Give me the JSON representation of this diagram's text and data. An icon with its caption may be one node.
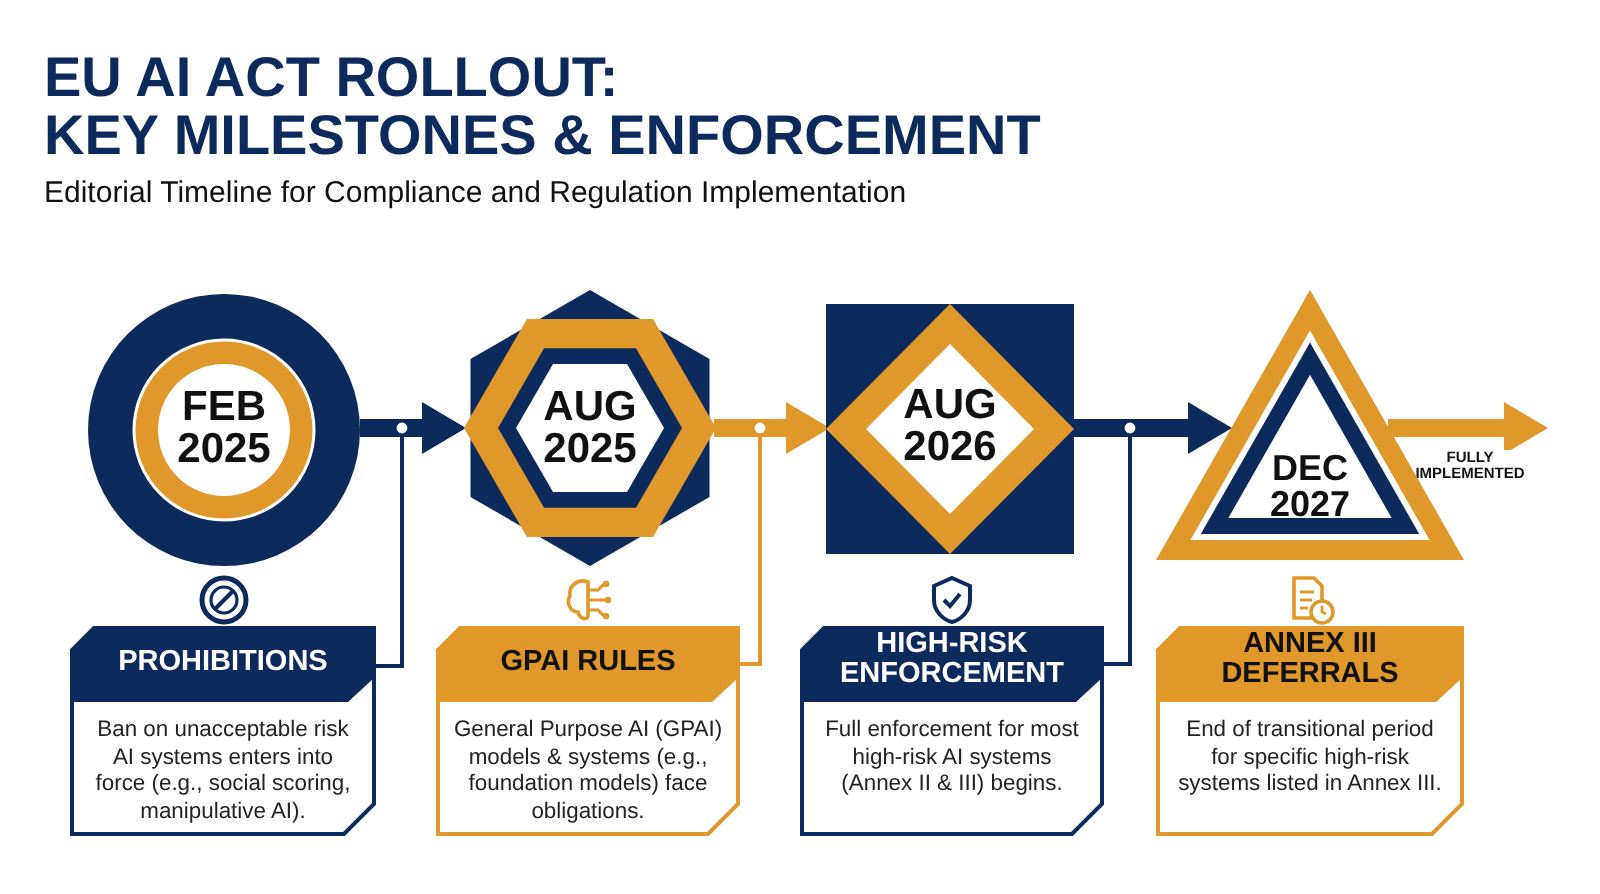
{
  "diagram": {
    "title": "EU AI ACT ROLLOUT: KEY MILESTONES & ENFORCEMENT",
    "caption": "Editorial Timeline for Compliance and Regulation Implementation",
    "nodes": [
      {
        "text": [
          "FEB 2025"
        ]
      },
      {
        "text": [
          "AUG 2025"
        ]
      },
      {
        "text": [
          "AUG 2026"
        ]
      },
      {
        "text": [
          "DEC 2027"
        ]
      },
      {
        "text": [
          "PROHIBITIONS",
          "Ban on unacceptable risk AI systems enters into force (e.g., social scoring, manipulative AI)."
        ]
      },
      {
        "text": [
          "GPAI RULES",
          "General Purpose AI (GPAI) models & systems (e.g., foundation models) face obligations."
        ]
      },
      {
        "text": [
          "HIGH-RISK ENFORCEMENT",
          "Full enforcement for most high-risk AI systems (Annex II & III) begins."
        ]
      },
      {
        "text": [
          "ANNEX III DEFERRALS",
          "End of transitional period for specific high-risk systems listed in Annex III."
        ]
      }
    ],
    "edges": [
      {
        "from": 0,
        "to": 1,
        "arrow": "to"
      },
      {
        "from": 1,
        "to": 2,
        "arrow": "to",
        "color": "#e0982a"
      },
      {
        "from": 2,
        "to": 3,
        "arrow": "to"
      },
      {
        "from": 3,
        "to": null,
        "arrow": "to",
        "color": "#e0982a",
        "label": "FULLY IMPLEMENTED"
      },
      {
        "from": 0,
        "to": 4,
        "arrow": "other"
      },
      {
        "from": 1,
        "to": 5,
        "arrow": "other",
        "color": "#e0982a"
      },
      {
        "from": 2,
        "to": 6,
        "arrow": "other"
      }
    ]
  }
}
